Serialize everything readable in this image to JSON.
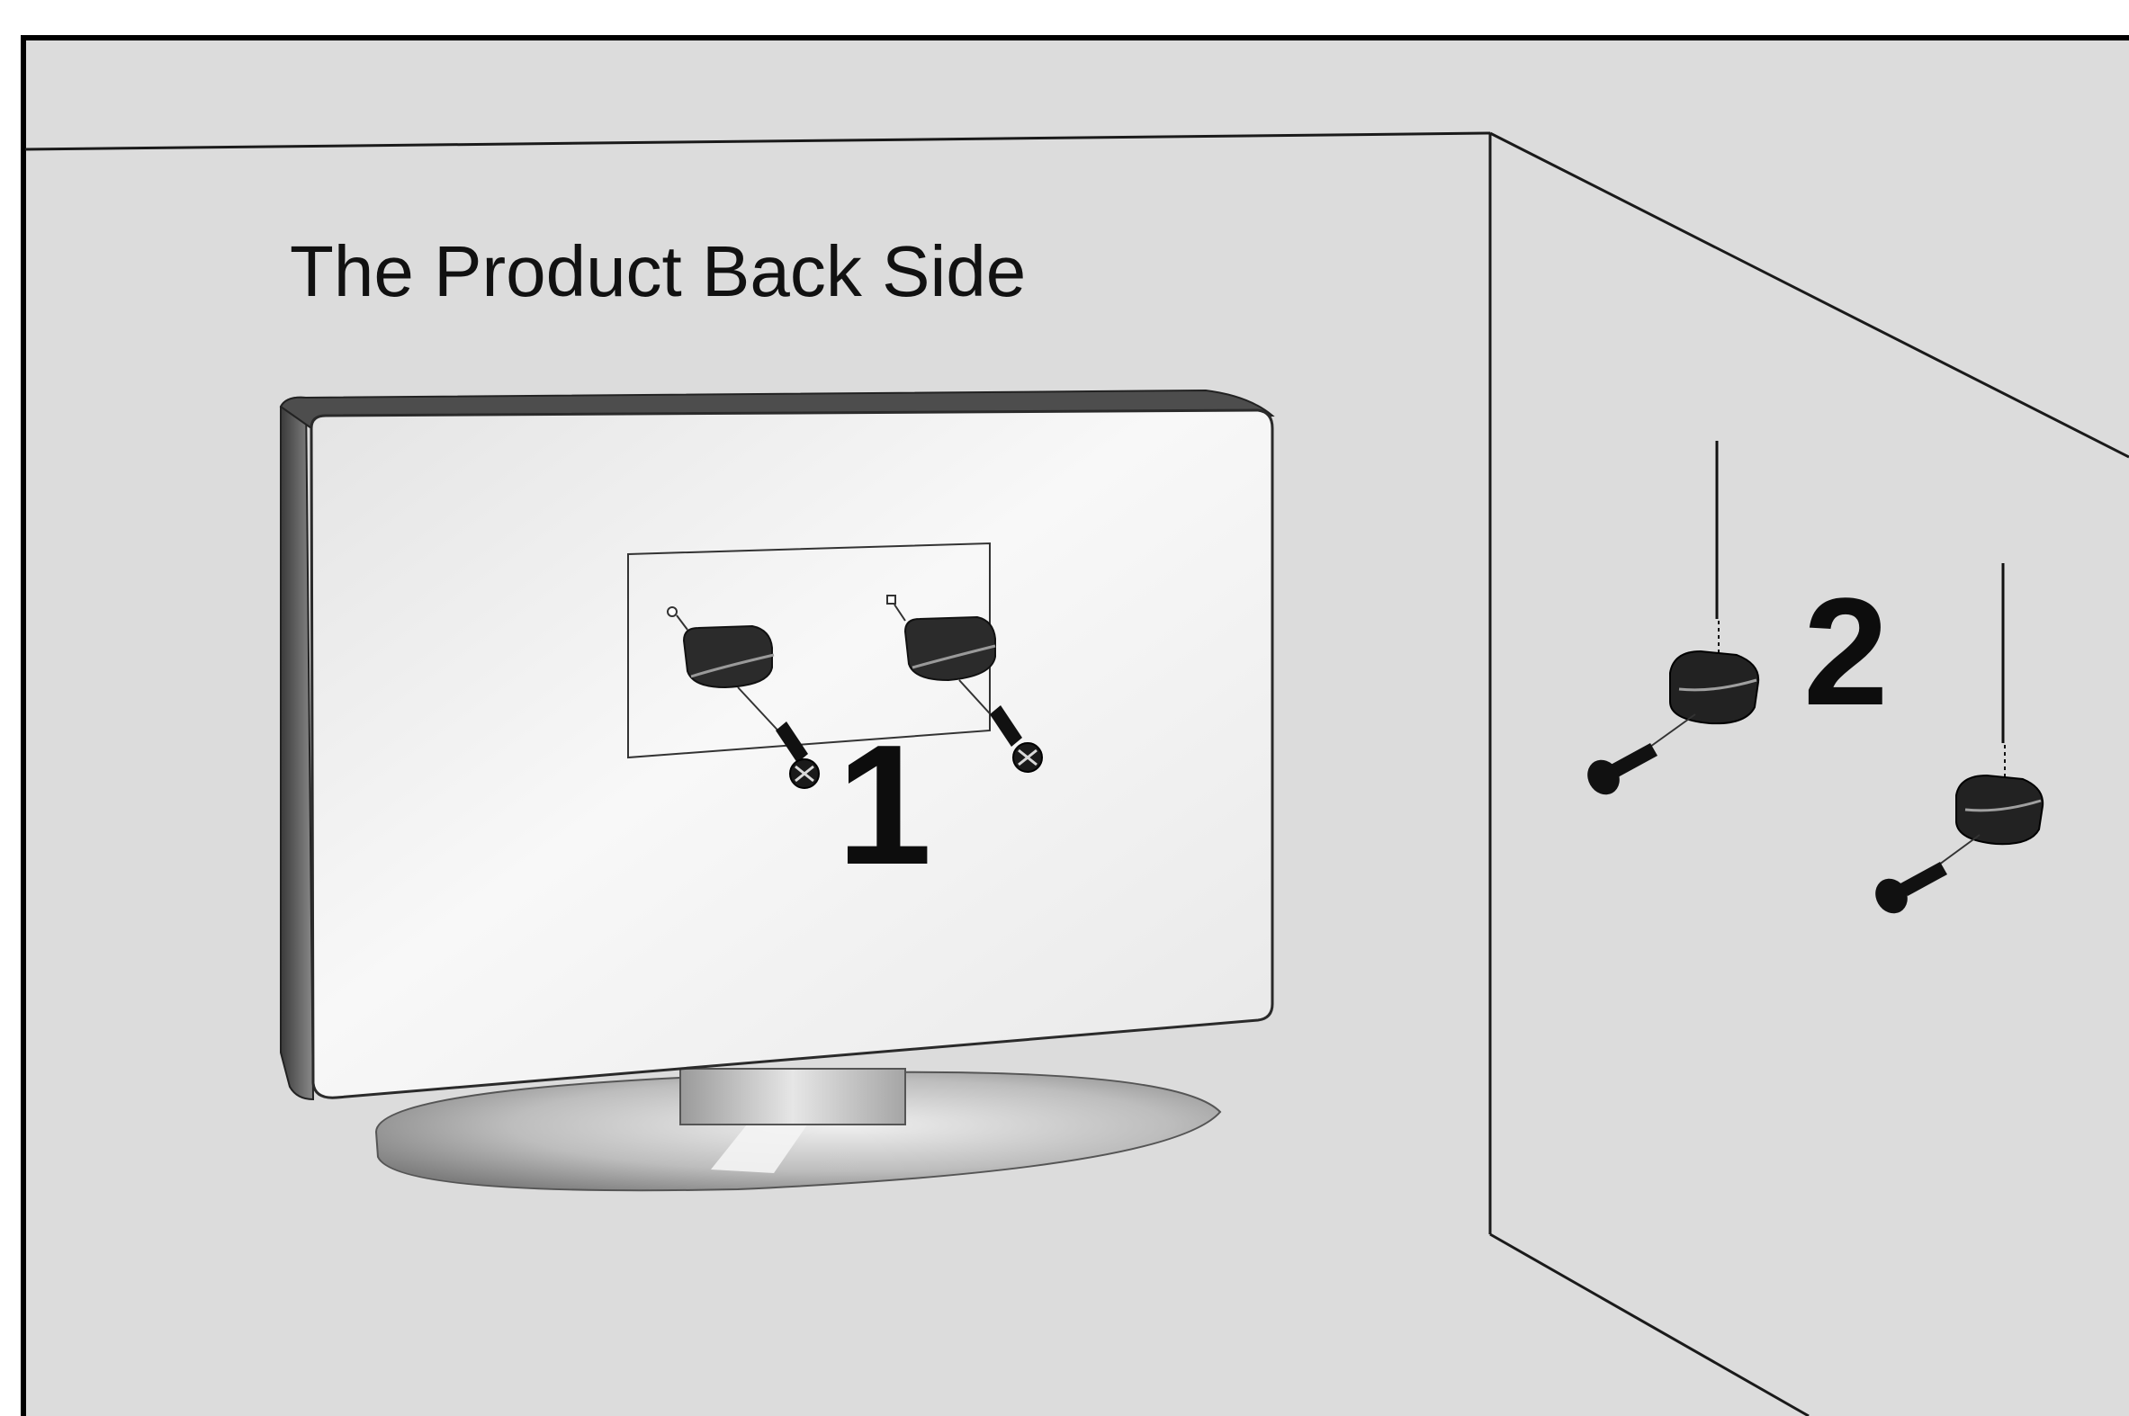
{
  "diagram": {
    "caption": "The Product Back Side",
    "steps": [
      {
        "label": "1"
      },
      {
        "label": "2"
      }
    ]
  },
  "colors": {
    "background": "#dcdcdc",
    "frame": "#000000",
    "tv_panel": "#f2f2f2",
    "bracket": "#1e1e1e",
    "outline": "#222222"
  },
  "icons": {
    "tv": "tv-back-icon",
    "tv_brackets": "bracket-icon",
    "wall_brackets": "bracket-icon",
    "screws": "screw-icon"
  }
}
